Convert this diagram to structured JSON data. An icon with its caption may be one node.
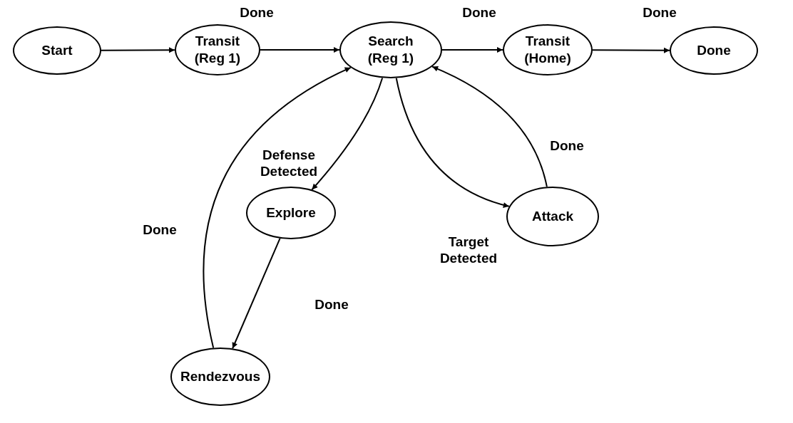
{
  "diagram": {
    "nodes": [
      {
        "text": [
          "Start"
        ]
      },
      {
        "text": [
          "Transit (Reg 1)"
        ]
      },
      {
        "text": [
          "Search (Reg 1)"
        ]
      },
      {
        "text": [
          "Transit (Home)"
        ]
      },
      {
        "text": [
          "Done"
        ]
      },
      {
        "text": [
          "Explore"
        ]
      },
      {
        "text": [
          "Attack"
        ]
      },
      {
        "text": [
          "Rendezvous"
        ]
      }
    ],
    "edges": [
      {
        "from": 0,
        "to": 1,
        "arrow": "to"
      },
      {
        "from": 1,
        "to": 2,
        "arrow": "to",
        "label": "Done"
      },
      {
        "from": 2,
        "to": 3,
        "arrow": "to",
        "label": "Done"
      },
      {
        "from": 3,
        "to": 4,
        "arrow": "to",
        "label": "Done"
      },
      {
        "from": 2,
        "to": 5,
        "arrow": "to",
        "label": "Defense Detected"
      },
      {
        "from": 2,
        "to": 6,
        "arrow": "to",
        "label": "Target Detected"
      },
      {
        "from": 6,
        "to": 2,
        "arrow": "to",
        "label": "Done"
      },
      {
        "from": 5,
        "to": 7,
        "arrow": "to",
        "label": "Done"
      },
      {
        "from": 7,
        "to": 2,
        "arrow": "to",
        "label": "Done"
      }
    ]
  }
}
